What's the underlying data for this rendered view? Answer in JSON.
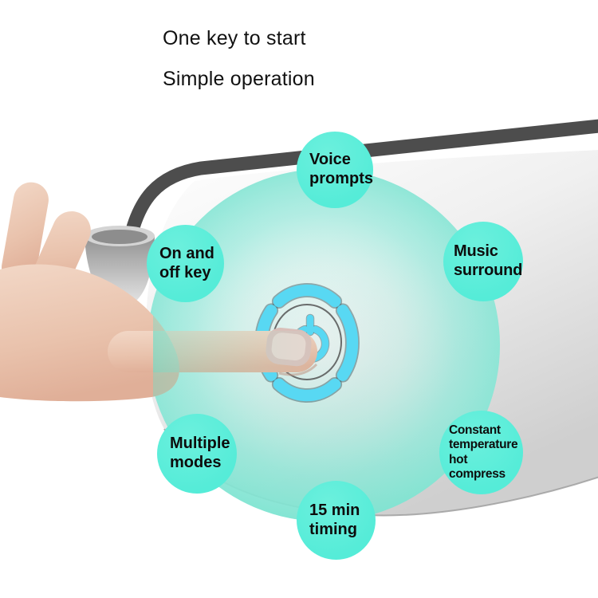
{
  "title": {
    "line1": "One key to start",
    "line2": "Simple operation"
  },
  "features": [
    {
      "id": "voice-prompts",
      "label": "Voice\nprompts"
    },
    {
      "id": "on-and-off-key",
      "label": "On and\noff key"
    },
    {
      "id": "music-surround",
      "label": "Music\nsurround"
    },
    {
      "id": "multiple-modes",
      "label": "Multiple\nmodes"
    },
    {
      "id": "constant-temp-compress",
      "label": "Constant\ntemperature\nhot\ncompress"
    },
    {
      "id": "15-min-timing",
      "label": "15 min\ntiming"
    }
  ],
  "colors": {
    "bubble": "#55ecd8",
    "glow": "#8ce5d6",
    "arc": "#58d8f3",
    "strap": "#4d4d4d",
    "device": "#e3e3e3",
    "skin": "#ecc9b6",
    "text": "#111111"
  }
}
